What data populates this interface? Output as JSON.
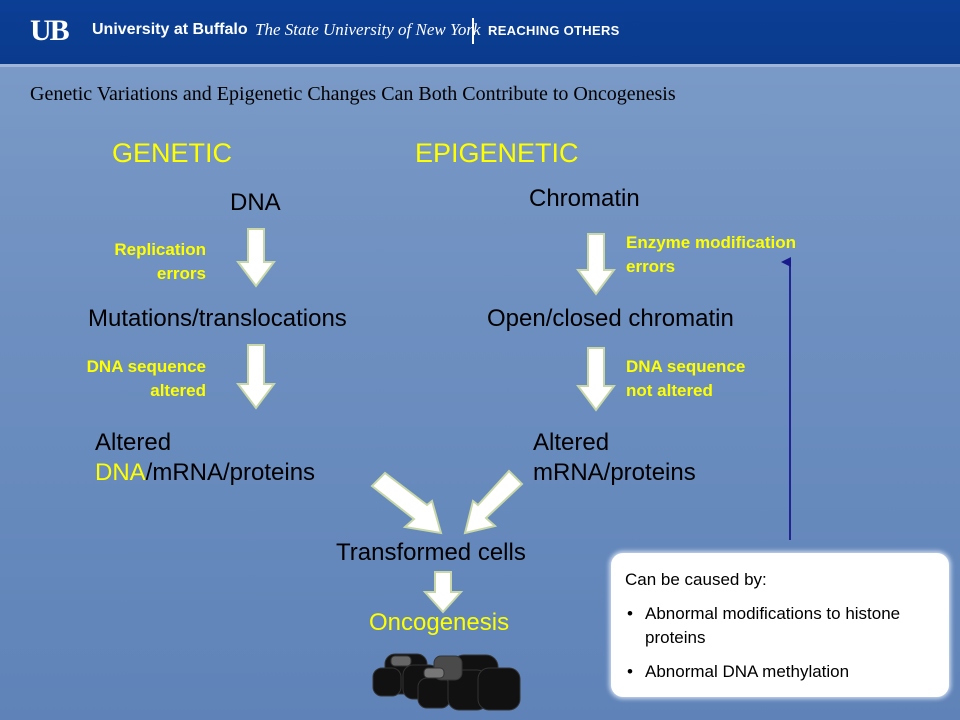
{
  "header": {
    "logo": "UB",
    "university": "University at Buffalo",
    "suny": "The State University of New York",
    "tagline": "REACHING OTHERS"
  },
  "title": "Genetic Variations and Epigenetic Changes Can Both Contribute to Oncogenesis",
  "genetic": {
    "heading": "GENETIC",
    "node1": "DNA",
    "label1": [
      "Replication",
      "errors"
    ],
    "node2": "Mutations/translocations",
    "label2": [
      "DNA sequence",
      "altered"
    ],
    "node3_line1": "Altered",
    "node3_dna": "DNA",
    "node3_rest": "/mRNA/proteins"
  },
  "epigenetic": {
    "heading": "EPIGENETIC",
    "node1": "Chromatin",
    "label1": [
      "Enzyme modification",
      "errors"
    ],
    "node2": "Open/closed chromatin",
    "label2": [
      "DNA sequence",
      "not altered"
    ],
    "node3_line1": "Altered",
    "node3_line2": "mRNA/proteins"
  },
  "merge": {
    "node": "Transformed cells",
    "outcome": "Oncogenesis"
  },
  "callout": {
    "heading": "Can be caused by:",
    "items": [
      "Abnormal modifications to histone proteins",
      "Abnormal DNA methylation"
    ]
  },
  "colors": {
    "header": "#0b3f95",
    "highlight": "#ffff00",
    "arrow_fill": "#ffffff",
    "arrow_stroke": "#c8d7a8",
    "feedback_line": "#1a1a8c"
  }
}
